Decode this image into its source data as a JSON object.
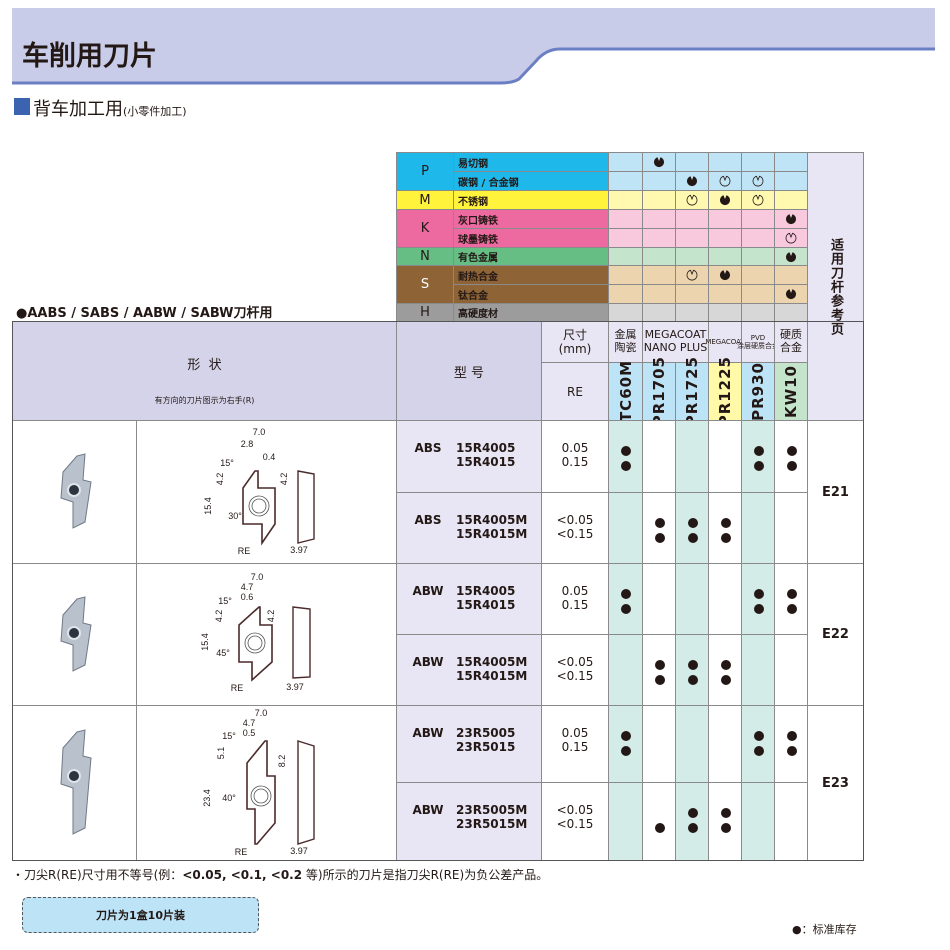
{
  "header": {
    "title": "车削用刀片"
  },
  "section": {
    "title": "背车加工用",
    "subtitle": "(小零件加工)"
  },
  "holder_label": "●AABS / SABS / AABW / SABW刀杆用",
  "colors": {
    "P": "#1fb8ea",
    "M": "#fff33b",
    "K": "#ec6aa0",
    "N": "#66be84",
    "S": "#8e6436",
    "H": "#9c9c9c"
  },
  "materials": [
    {
      "group": "P",
      "name": "易切钢",
      "marks": [
        "",
        "primary",
        "",
        "",
        "",
        ""
      ]
    },
    {
      "group": "P",
      "name": "碳钢 / 合金钢",
      "marks": [
        "",
        "",
        "primary",
        "secondary",
        "secondary",
        ""
      ]
    },
    {
      "group": "M",
      "name": "不锈钢",
      "marks": [
        "",
        "",
        "secondary",
        "primary",
        "secondary",
        ""
      ]
    },
    {
      "group": "K",
      "name": "灰口铸铁",
      "marks": [
        "",
        "",
        "",
        "",
        "",
        "primary"
      ]
    },
    {
      "group": "K",
      "name": "球墨铸铁",
      "marks": [
        "",
        "",
        "",
        "",
        "",
        "secondary"
      ]
    },
    {
      "group": "N",
      "name": "有色金属",
      "marks": [
        "",
        "",
        "",
        "",
        "",
        "primary"
      ]
    },
    {
      "group": "S",
      "name": "耐热合金",
      "marks": [
        "",
        "",
        "secondary",
        "primary",
        "",
        ""
      ]
    },
    {
      "group": "S",
      "name": "钛合金",
      "marks": [
        "",
        "",
        "",
        "",
        "",
        "primary"
      ]
    },
    {
      "group": "H",
      "name": "高硬度材",
      "marks": [
        "",
        "",
        "",
        "",
        "",
        ""
      ]
    }
  ],
  "ref_header": "适用刀杆参考页",
  "table_header": {
    "shape": "形  状",
    "shape_note": "有方向的刀片图示为右手(R)",
    "model": "型 号",
    "size": "尺寸\n(mm)",
    "re": "RE"
  },
  "grade_groups": [
    {
      "label": "金属\n陶瓷"
    },
    {
      "label": "MEGACOAT\nNANO PLUS"
    },
    {
      "label": "MEGACOAT"
    },
    {
      "label": "PVD\n涂层硬质合金"
    },
    {
      "label": "硬质\n合金"
    }
  ],
  "grades": [
    "TC60M",
    "PR1705",
    "PR1725",
    "PR1225",
    "PR930",
    "KW10"
  ],
  "groups": [
    {
      "ref": "E21",
      "rows": [
        {
          "series": "ABS",
          "models": [
            "15R4005",
            "15R4015"
          ],
          "re": [
            "0.05",
            "0.15"
          ],
          "stock": [
            [
              1,
              1
            ],
            [
              0,
              0
            ],
            [
              0,
              0
            ],
            [
              0,
              0
            ],
            [
              1,
              1
            ],
            [
              1,
              1
            ]
          ]
        },
        {
          "series": "ABS",
          "models": [
            "15R4005M",
            "15R4015M"
          ],
          "re": [
            "<0.05",
            "<0.15"
          ],
          "stock": [
            [
              0,
              0
            ],
            [
              1,
              1
            ],
            [
              1,
              1
            ],
            [
              1,
              1
            ],
            [
              0,
              0
            ],
            [
              0,
              0
            ]
          ]
        }
      ],
      "dims": {
        "a": "7.0",
        "b": "2.8",
        "c": "0.4",
        "ang1": "15°",
        "h1": "4.2",
        "h2": "4.2",
        "len": "15.4",
        "ang2": "30°",
        "re": "RE",
        "t": "3.97"
      }
    },
    {
      "ref": "E22",
      "rows": [
        {
          "series": "ABW",
          "models": [
            "15R4005",
            "15R4015"
          ],
          "re": [
            "0.05",
            "0.15"
          ],
          "stock": [
            [
              1,
              1
            ],
            [
              0,
              0
            ],
            [
              0,
              0
            ],
            [
              0,
              0
            ],
            [
              1,
              1
            ],
            [
              1,
              1
            ]
          ]
        },
        {
          "series": "ABW",
          "models": [
            "15R4005M",
            "15R4015M"
          ],
          "re": [
            "<0.05",
            "<0.15"
          ],
          "stock": [
            [
              0,
              0
            ],
            [
              1,
              1
            ],
            [
              1,
              1
            ],
            [
              1,
              1
            ],
            [
              0,
              0
            ],
            [
              0,
              0
            ]
          ]
        }
      ],
      "dims": {
        "a": "7.0",
        "b": "4.7",
        "c": "0.6",
        "ang1": "15°",
        "h1": "4.2",
        "h2": "4.2",
        "len": "15.4",
        "ang2": "45°",
        "re": "RE",
        "t": "3.97"
      }
    },
    {
      "ref": "E23",
      "rows": [
        {
          "series": "ABW",
          "models": [
            "23R5005",
            "23R5015"
          ],
          "re": [
            "0.05",
            "0.15"
          ],
          "stock": [
            [
              1,
              1
            ],
            [
              0,
              0
            ],
            [
              0,
              0
            ],
            [
              0,
              0
            ],
            [
              1,
              1
            ],
            [
              1,
              1
            ]
          ]
        },
        {
          "series": "ABW",
          "models": [
            "23R5005M",
            "23R5015M"
          ],
          "re": [
            "<0.05",
            "<0.15"
          ],
          "stock": [
            [
              0,
              0
            ],
            [
              0,
              1
            ],
            [
              1,
              1
            ],
            [
              1,
              1
            ],
            [
              0,
              0
            ],
            [
              0,
              0
            ]
          ]
        }
      ],
      "dims": {
        "a": "7.0",
        "b": "4.7",
        "c": "0.5",
        "ang1": "15°",
        "h1": "5.1",
        "h2": "8.2",
        "len": "23.4",
        "ang2": "40°",
        "re": "RE",
        "t": "3.97"
      }
    }
  ],
  "footnote_prefix": "・刀尖R(RE)尺寸用不等号(例：",
  "footnote_bold": "<0.05, <0.1, <0.2",
  "footnote_suffix": " 等)所示的刀片是指刀尖R(RE)为负公差产品。",
  "pack_note": "刀片为1盒10片装",
  "legend": "●：标准库存"
}
